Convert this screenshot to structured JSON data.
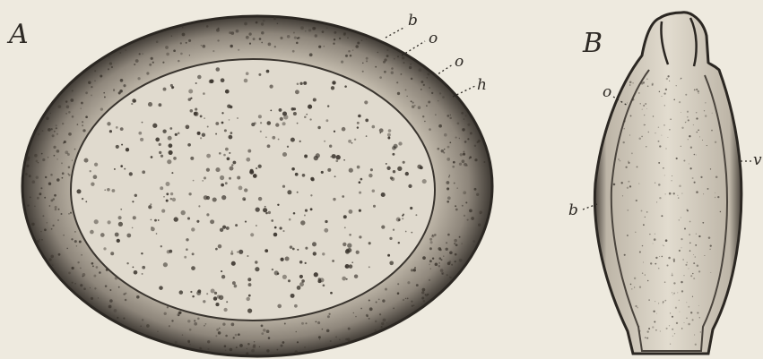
{
  "figures": [
    {
      "panel_label": "A",
      "callouts": [
        "b",
        "o",
        "o",
        "h"
      ]
    },
    {
      "panel_label": "B",
      "callouts": [
        "o",
        "v",
        "b"
      ]
    }
  ],
  "colors": {
    "paper": "#eeeadf",
    "ink": "#2e2a25",
    "fill": "#ddd6c9",
    "stipple": "#3a342d"
  }
}
